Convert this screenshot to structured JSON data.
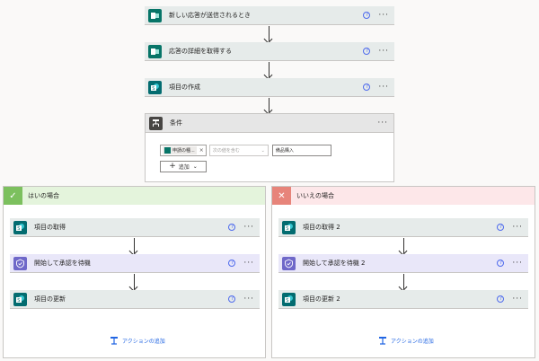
{
  "steps": {
    "trigger": {
      "label": "新しい応答が送信されるとき",
      "help": "?",
      "more": "···",
      "icon": "forms-icon"
    },
    "get_response": {
      "label": "応答の詳細を取得する",
      "help": "?",
      "more": "···",
      "icon": "forms-icon"
    },
    "create_item": {
      "label": "項目の作成",
      "help": "?",
      "more": "···",
      "icon": "sharepoint-icon"
    }
  },
  "condition": {
    "label": "条件",
    "more": "···",
    "token": "申請の種...",
    "token_close": "×",
    "operator": "次の値を含む",
    "operator_chevron": "⌄",
    "value": "備品購入",
    "add_label": "追加",
    "add_plus": "+",
    "add_chevron": "⌄"
  },
  "yes_branch": {
    "badge": "✓",
    "title": "はいの場合",
    "steps": [
      {
        "label": "項目の取得",
        "help": "?",
        "more": "···"
      },
      {
        "label": "開始して承認を待機",
        "help": "?",
        "more": "···"
      },
      {
        "label": "項目の更新",
        "help": "?",
        "more": "···"
      }
    ],
    "add_action": "アクションの追加"
  },
  "no_branch": {
    "badge": "✕",
    "title": "いいえの場合",
    "steps": [
      {
        "label": "項目の取得 2",
        "help": "?",
        "more": "···"
      },
      {
        "label": "開始して承認を待機 2",
        "help": "?",
        "more": "···"
      },
      {
        "label": "項目の更新 2",
        "help": "?",
        "more": "···"
      }
    ],
    "add_action": "アクションの追加"
  },
  "colors": {
    "forms": "#077568",
    "sharepoint": "#036c70",
    "approval": "#6f68c9",
    "yes_header": "#e4f4dc",
    "no_header": "#fde7e9",
    "link": "#2266e3"
  }
}
